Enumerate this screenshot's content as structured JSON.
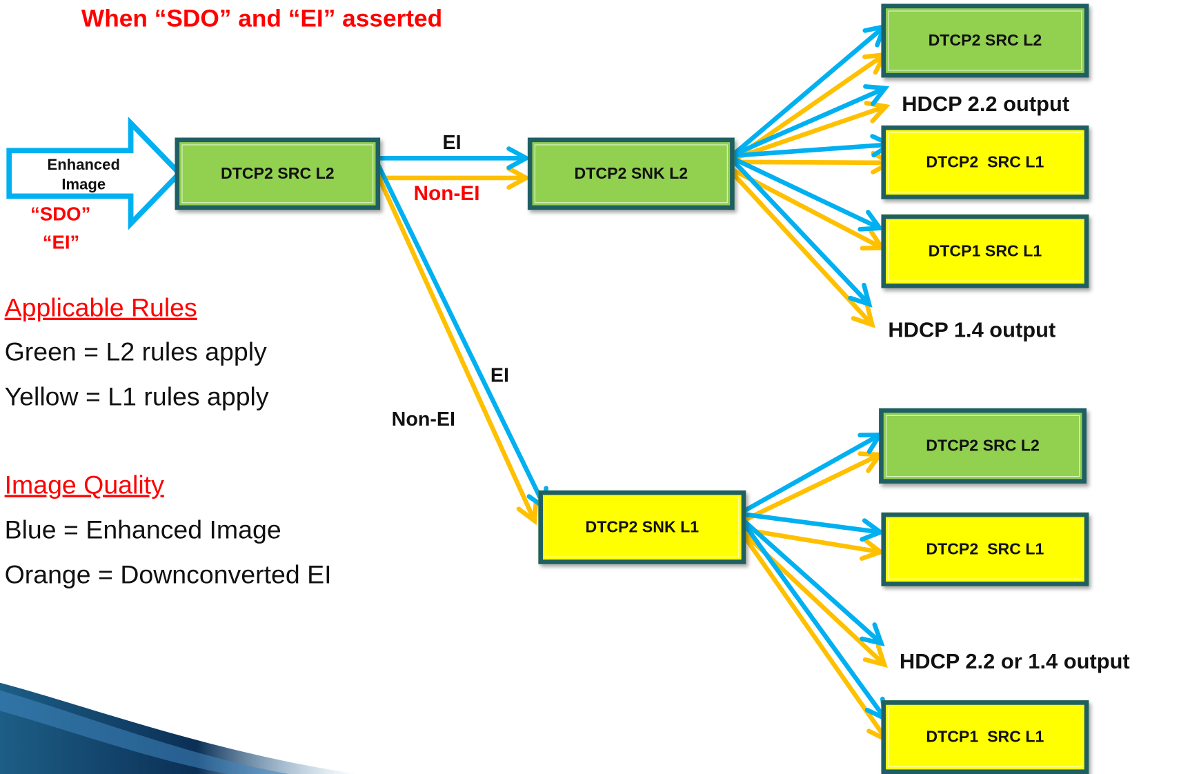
{
  "title": "When “SDO” and “EI” asserted",
  "input": {
    "line1": "Enhanced",
    "line2": "Image",
    "flag1": "“SDO”",
    "flag2": "“EI”"
  },
  "boxes": {
    "src_l2_input": "DTCP2 SRC L2",
    "snk_l2": "DTCP2 SNK L2",
    "snk_l1": "DTCP2 SNK L1",
    "top_src_l2": "DTCP2 SRC L2",
    "top_src2_l1": "DTCP2  SRC L1",
    "top_src1_l1": "DTCP1 SRC L1",
    "bot_src_l2": "DTCP2 SRC L2",
    "bot_src2_l1": "DTCP2  SRC L1",
    "bot_src1_l1": "DTCP1  SRC L1"
  },
  "edge_labels": {
    "ei_top": "EI",
    "nonei_top": "Non-EI",
    "ei_diag": "EI",
    "nonei_diag": "Non-EI"
  },
  "outputs": {
    "hdcp22": "HDCP 2.2 output",
    "hdcp14": "HDCP 1.4 output",
    "hdcp22_or_14": "HDCP 2.2 or 1.4 output"
  },
  "legend": {
    "rules_heading": "Applicable Rules",
    "green": "Green = L2 rules apply",
    "yellow": "Yellow = L1 rules apply",
    "quality_heading": "Image Quality",
    "blue": "Blue  = Enhanced Image",
    "orange": "Orange = Downconverted EI"
  },
  "colors": {
    "enhanced_image": "#00b0f0",
    "downconverted": "#ffc000",
    "l2_green": "#92d050",
    "l1_yellow": "#ffff00",
    "box_border": "#1f5f63",
    "title_red": "#ff0000"
  }
}
